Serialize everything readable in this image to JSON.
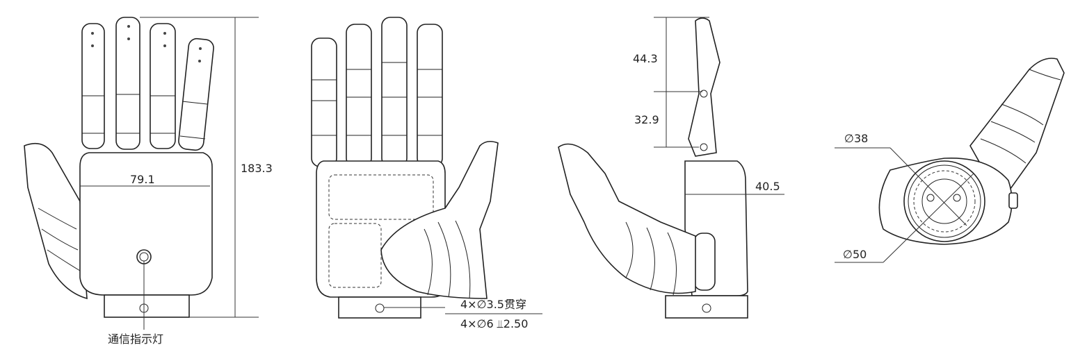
{
  "title": "Dexterous robotic hand dimension drawing",
  "views": {
    "back": {
      "height_dim": "183.3",
      "width_dim": "79.1",
      "indicator_label": "通信指示灯"
    },
    "palm": {
      "hole_spec_1": "4×∅3.5贯穿",
      "hole_spec_2": "4×∅6 ⫫2.50"
    },
    "side": {
      "tip_length": "44.3",
      "middle_length": "32.9",
      "thickness": "40.5"
    },
    "wrist": {
      "inner_diameter": "∅38",
      "outer_diameter": "∅50"
    }
  },
  "colors": {
    "line": "#222222",
    "background": "#ffffff"
  }
}
